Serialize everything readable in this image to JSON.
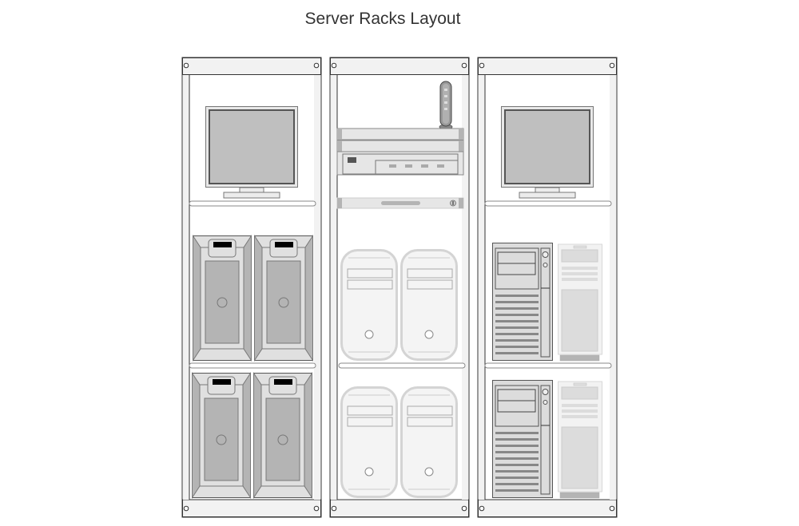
{
  "title": "Server Racks Layout",
  "colors": {
    "rack_frame": "#333333",
    "rack_panel": "#f4f4f4",
    "shelf_stroke": "#888888",
    "device_gray": "#b4b4b4",
    "device_light": "#e0e0e0",
    "screen": "#bfbfbf"
  },
  "racks": [
    {
      "id": "rack-1",
      "shelves": [
        {
          "devices": [
            {
              "type": "lcd-monitor"
            }
          ]
        },
        {
          "devices": [
            {
              "type": "tower-server-drive-bay"
            },
            {
              "type": "tower-server-drive-bay"
            }
          ]
        },
        {
          "devices": [
            {
              "type": "tower-server-drive-bay"
            },
            {
              "type": "tower-server-drive-bay"
            }
          ]
        }
      ]
    },
    {
      "id": "rack-2",
      "shelves": [
        {
          "devices": [
            {
              "type": "wireless-access-point"
            },
            {
              "type": "rack-switch"
            },
            {
              "type": "rack-switch"
            },
            {
              "type": "rack-router"
            },
            {
              "type": "rack-blank-panel"
            }
          ]
        },
        {
          "devices": [
            {
              "type": "mac-pro-tower"
            },
            {
              "type": "mac-pro-tower"
            }
          ]
        },
        {
          "devices": [
            {
              "type": "mac-pro-tower"
            },
            {
              "type": "mac-pro-tower"
            }
          ]
        }
      ]
    },
    {
      "id": "rack-3",
      "shelves": [
        {
          "devices": [
            {
              "type": "lcd-monitor"
            }
          ]
        },
        {
          "devices": [
            {
              "type": "pc-tower"
            },
            {
              "type": "slim-tower"
            }
          ]
        },
        {
          "devices": [
            {
              "type": "pc-tower"
            },
            {
              "type": "slim-tower"
            }
          ]
        }
      ]
    }
  ]
}
